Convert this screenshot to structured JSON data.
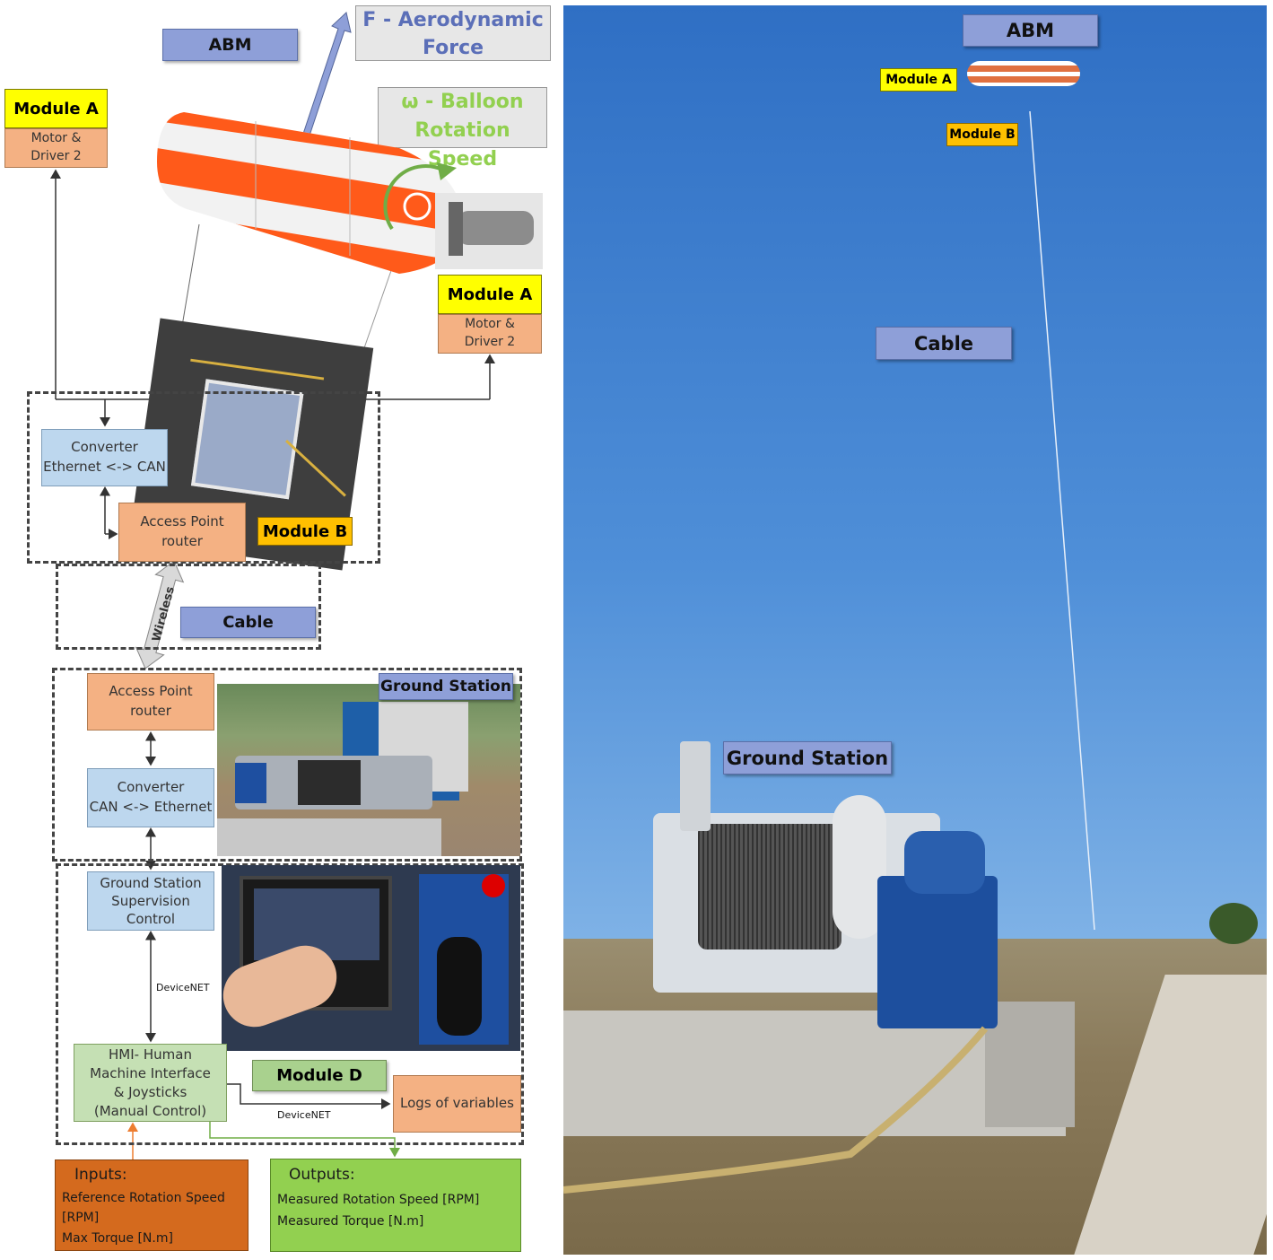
{
  "left_diagram": {
    "abm_label": "ABM",
    "force_label_line1": "F - Aerodynamic",
    "force_label_line2": "Force",
    "rotation_label_line1": "ω  -  Balloon",
    "rotation_label_line2": "Rotation Speed",
    "module_a_left": {
      "title": "Module A",
      "sub": "Motor &\nDriver 2"
    },
    "module_a_right": {
      "title": "Module A",
      "sub": "Motor &\nDriver 2"
    },
    "converter_top": "Converter\nEthernet <-> CAN",
    "access_point_top": "Access Point\nrouter",
    "module_b_label": "Module B",
    "wireless_label": "Wireless",
    "cable_label": "Cable",
    "ground_station_label": "Ground Station",
    "access_point_bottom": "Access Point\nrouter",
    "converter_bottom": "Converter\nCAN <-> Ethernet",
    "supervision": "Ground Station\nSupervision\nControl",
    "devicenet_1": "DeviceNET",
    "hmi": "HMI- Human\nMachine Interface\n& Joysticks\n(Manual Control)",
    "module_d_label": "Module D",
    "logs": "Logs of variables",
    "devicenet_2": "DeviceNET",
    "inputs": {
      "title": "Inputs:",
      "line1": "Reference Rotation Speed",
      "line2": "[RPM]",
      "line3": "Max Torque [N.m]"
    },
    "outputs": {
      "title": "Outputs:",
      "line1": "Measured Rotation Speed [RPM]",
      "line2": "Measured Torque [N.m]"
    }
  },
  "right_photo": {
    "abm_label": "ABM",
    "module_a_label": "Module A",
    "module_b_label": "Module B",
    "cable_label": "Cable",
    "ground_station_label": "Ground Station"
  },
  "colors": {
    "sky": "#3d7fd0",
    "balloon_stripe": "#ff5a1a",
    "inputs_fill": "#d46a1e",
    "outputs_fill": "#92d050"
  }
}
